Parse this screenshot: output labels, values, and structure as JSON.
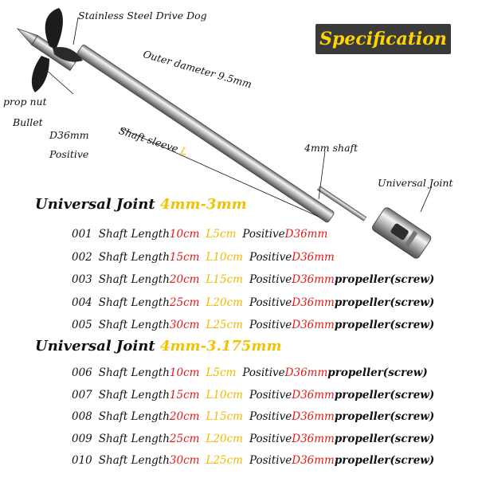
{
  "specification": "Specification",
  "callouts": {
    "drive_dog": "Stainless Steel Drive Dog",
    "outer_diameter": "Outer dameter 9.5mm",
    "prop_nut": "prop nut",
    "bullet": "Bullet",
    "d36mm": "D36mm",
    "positive": "Positive",
    "shaft_sleeve": "Shaft sleeve",
    "shaft_sleeve_L": "L",
    "shaft_4mm": "4mm shaft",
    "universal_joint": "Universal Joint"
  },
  "groups": [
    {
      "title": "Universal Joint",
      "size": "4mm-3mm",
      "rows": [
        {
          "num": "001",
          "label": "Shaft Length",
          "length": "10cm",
          "sleeve": "L5cm",
          "pos": "Positive",
          "d": "D36mm",
          "suffix": ""
        },
        {
          "num": "002",
          "label": "Shaft Length",
          "length": "15cm",
          "sleeve": "L10cm",
          "pos": "Positive",
          "d": "D36mm",
          "suffix": ""
        },
        {
          "num": "003",
          "label": "Shaft Length",
          "length": "20cm",
          "sleeve": "L15cm",
          "pos": "Positive",
          "d": "D36mm",
          "suffix": "propeller(screw)"
        },
        {
          "num": "004",
          "label": "Shaft Length",
          "length": "25cm",
          "sleeve": "L20cm",
          "pos": "Positive",
          "d": "D36mm",
          "suffix": "propeller(screw)"
        },
        {
          "num": "005",
          "label": "Shaft Length",
          "length": "30cm",
          "sleeve": "L25cm",
          "pos": "Positive",
          "d": "D36mm",
          "suffix": "propeller(screw)"
        }
      ]
    },
    {
      "title": "Universal Joint",
      "size": "4mm-3.175mm",
      "rows": [
        {
          "num": "006",
          "label": "Shaft Length",
          "length": "10cm",
          "sleeve": "L5cm",
          "pos": "Positive",
          "d": "D36mm",
          "suffix": "propeller(screw)"
        },
        {
          "num": "007",
          "label": "Shaft Length",
          "length": "15cm",
          "sleeve": "L10cm",
          "pos": "Positive",
          "d": "D36mm",
          "suffix": "propeller(screw)"
        },
        {
          "num": "008",
          "label": "Shaft Length",
          "length": "20cm",
          "sleeve": "L15cm",
          "pos": "Positive",
          "d": "D36mm",
          "suffix": "propeller(screw)"
        },
        {
          "num": "009",
          "label": "Shaft Length",
          "length": "25cm",
          "sleeve": "L20cm",
          "pos": "Positive",
          "d": "D36mm",
          "suffix": "propeller(screw)"
        },
        {
          "num": "010",
          "label": "Shaft Length",
          "length": "30cm",
          "sleeve": "L25cm",
          "pos": "Positive",
          "d": "D36mm",
          "suffix": "propeller(screw)"
        }
      ]
    }
  ]
}
